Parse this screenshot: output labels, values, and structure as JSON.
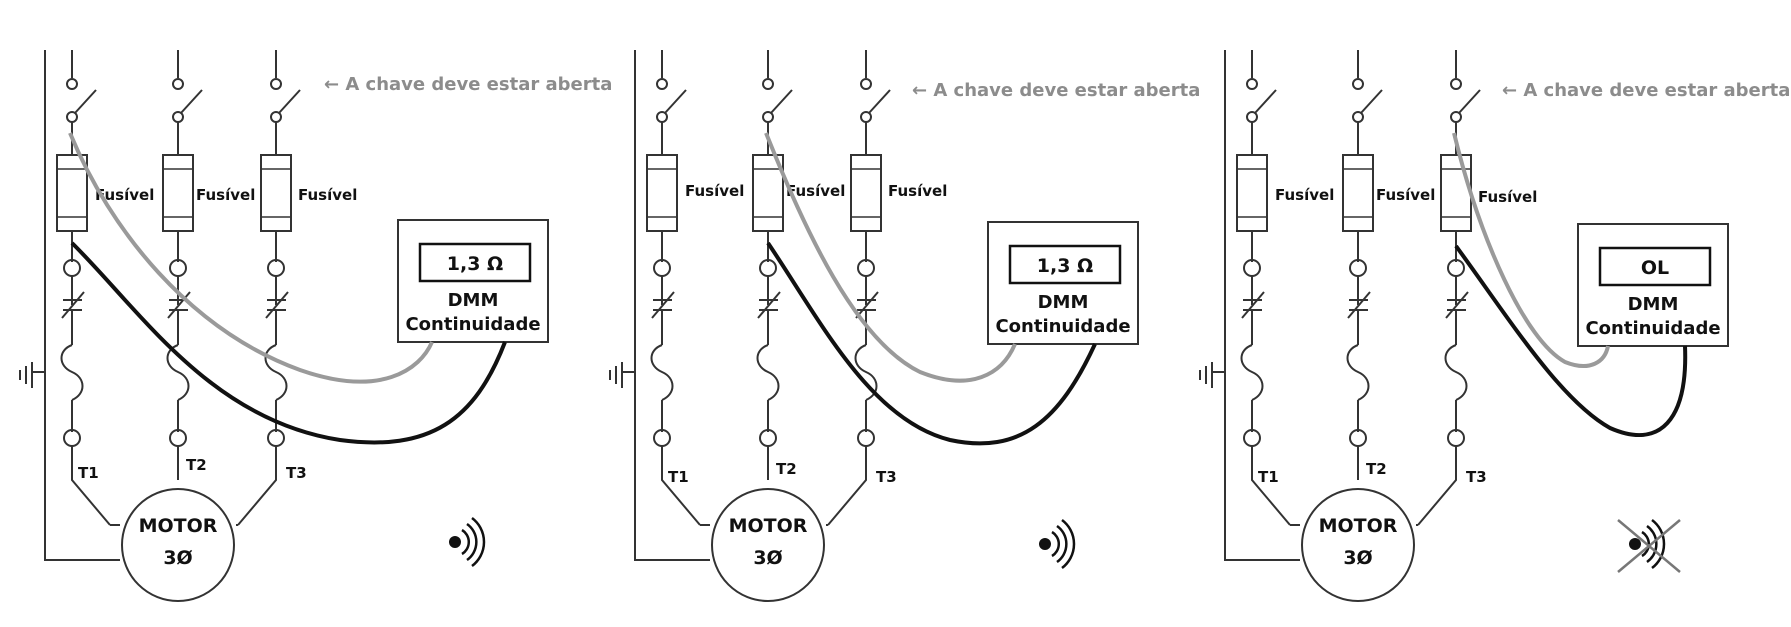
{
  "colors": {
    "line": "#333333",
    "lead_black": "#111111",
    "lead_gray": "#9a9a9a",
    "annotation": "#8c8c8c"
  },
  "panels": [
    {
      "switch_note": "← A chave deve estar aberta",
      "fuses": [
        "Fusível",
        "Fusível",
        "Fusível"
      ],
      "terminals": [
        "T1",
        "T2",
        "T3"
      ],
      "motor": {
        "line1": "MOTOR",
        "line2": "3Ø"
      },
      "dmm": {
        "reading": "1,3 Ω",
        "line1": "DMM",
        "line2": "Continuidade"
      },
      "beeper": "beeper-on-icon"
    },
    {
      "switch_note": "← A chave deve estar aberta",
      "fuses": [
        "Fusível",
        "Fusível",
        "Fusível"
      ],
      "terminals": [
        "T1",
        "T2",
        "T3"
      ],
      "motor": {
        "line1": "MOTOR",
        "line2": "3Ø"
      },
      "dmm": {
        "reading": "1,3 Ω",
        "line1": "DMM",
        "line2": "Continuidade"
      },
      "beeper": "beeper-on-icon"
    },
    {
      "switch_note": "← A chave deve estar aberta",
      "fuses": [
        "Fusível",
        "Fusível",
        "Fusível"
      ],
      "terminals": [
        "T1",
        "T2",
        "T3"
      ],
      "motor": {
        "line1": "MOTOR",
        "line2": "3Ø"
      },
      "dmm": {
        "reading": "OL",
        "line1": "DMM",
        "line2": "Continuidade"
      },
      "beeper": "beeper-muted-icon"
    }
  ]
}
